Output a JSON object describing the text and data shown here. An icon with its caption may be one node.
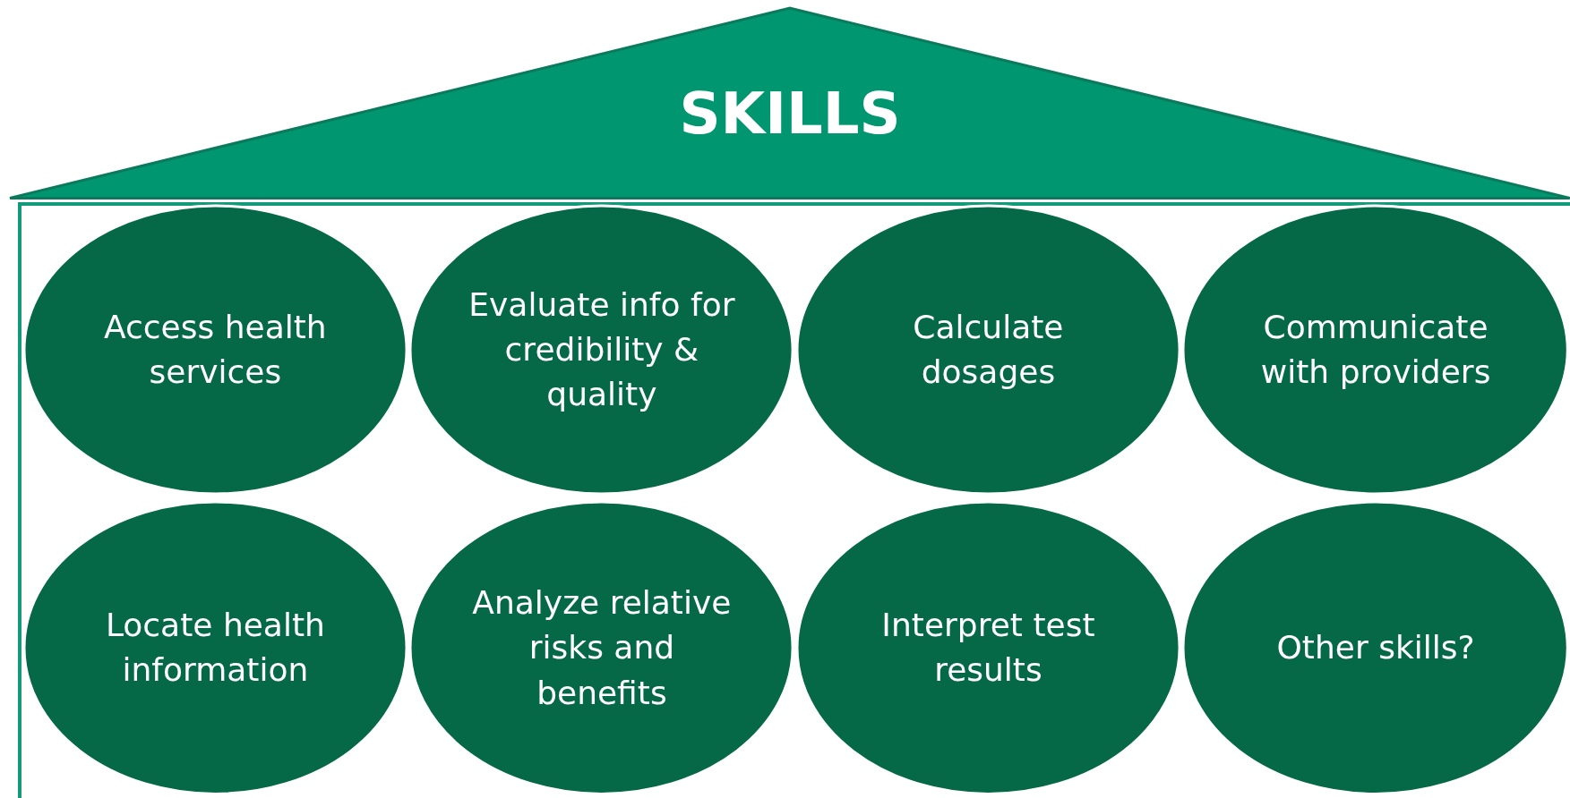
{
  "diagram": {
    "nodes": [
      {
        "text": [
          "SKILLS"
        ]
      },
      {
        "text": [
          "Access health services"
        ]
      },
      {
        "text": [
          "Evaluate info for credibility & quality"
        ]
      },
      {
        "text": [
          "Calculate dosages"
        ]
      },
      {
        "text": [
          "Communicate with providers"
        ]
      },
      {
        "text": [
          "Locate health information"
        ]
      },
      {
        "text": [
          "Analyze relative risks and benefits"
        ]
      },
      {
        "text": [
          "Interpret test results"
        ]
      },
      {
        "text": [
          "Other skills?"
        ]
      }
    ]
  }
}
